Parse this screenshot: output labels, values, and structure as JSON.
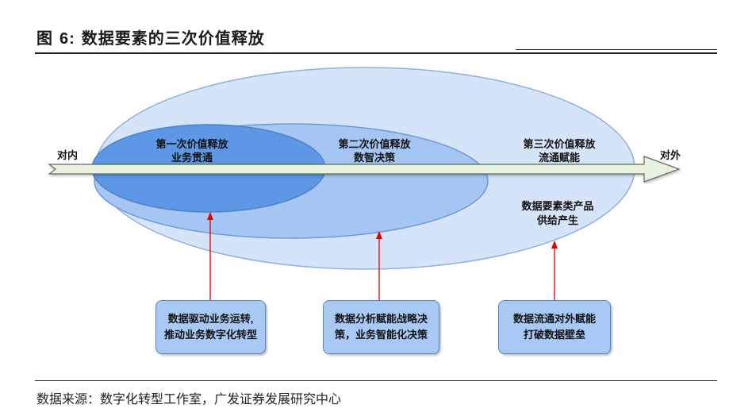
{
  "title": {
    "prefix": "图",
    "number": "6:",
    "text": "数据要素的三次价值释放"
  },
  "source": "数据来源：数字化转型工作室，广发证券发展研究中心",
  "arrow": {
    "left_label": "对内",
    "right_label": "对外"
  },
  "stages": [
    {
      "line1": "第一次价值释放",
      "line2": "业务贯通"
    },
    {
      "line1": "第二次价值释放",
      "line2": "数智决策"
    },
    {
      "line1": "第三次价值释放",
      "line2": "流通赋能"
    }
  ],
  "product_label": {
    "line1": "数据要素类产品",
    "line2": "供给产生"
  },
  "boxes": [
    {
      "line1": "数据驱动业务运转,",
      "line2": "推动业务数字化转型"
    },
    {
      "line1": "数据分析赋能战略决",
      "line2": "策，业务智能化决策"
    },
    {
      "line1": "数据流通对外赋能",
      "line2": "打破数据壁垒"
    }
  ],
  "colors": {
    "outer": "#d5e4f8",
    "middle": "#a5c6f2",
    "inner": "#5d97e6",
    "arrow": "#e7f3df",
    "pointer": "#e00000"
  }
}
